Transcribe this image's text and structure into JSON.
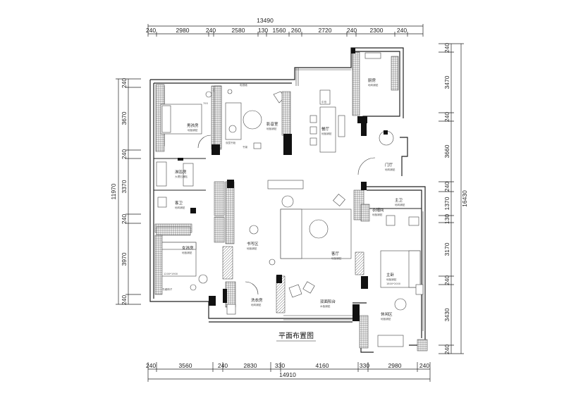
{
  "title": "平面布置图",
  "dims": {
    "top_total": "13490",
    "top": [
      "240",
      "2980",
      "240",
      "2580",
      "130",
      "1560",
      "260",
      "2720",
      "240",
      "2300",
      "240"
    ],
    "bottom_total": "14910",
    "bottom": [
      "240",
      "3560",
      "240",
      "2830",
      "330",
      "4160",
      "330",
      "2980",
      "240"
    ],
    "left_total": "11970",
    "left": [
      "240",
      "3670",
      "240",
      "3370",
      "240",
      "3970",
      "240"
    ],
    "right_total": "16430",
    "right": [
      "240",
      "3470",
      "240",
      "3660",
      "240",
      "1370",
      "130",
      "3170",
      "240",
      "3430",
      "240"
    ]
  },
  "rooms": [
    {
      "name": "男孩房",
      "sub": "地板铺贴"
    },
    {
      "name": "影音室",
      "sub": "地板铺贴"
    },
    {
      "name": "厨房",
      "sub": "地砖铺贴"
    },
    {
      "name": "餐厅",
      "sub": "地板铺贴"
    },
    {
      "name": "门厅",
      "sub": "地砖铺贴"
    },
    {
      "name": "淋浴房",
      "sub": "大理石铺贴"
    },
    {
      "name": "客卫",
      "sub": "地砖铺贴"
    },
    {
      "name": "书写区",
      "sub": "地板铺贴"
    },
    {
      "name": "客厅",
      "sub": "地板铺贴"
    },
    {
      "name": "衣帽间",
      "sub": "地板铺贴"
    },
    {
      "name": "主卫",
      "sub": "地砖铺贴"
    },
    {
      "name": "女孩房",
      "sub": "地板铺贴"
    },
    {
      "name": "主卧",
      "sub": "地板铺贴"
    },
    {
      "name": "洗衣房",
      "sub": "地砖铺贴"
    },
    {
      "name": "双面阳台",
      "sub": "木板铺贴"
    },
    {
      "name": "休闲区",
      "sub": "地板铺贴"
    }
  ],
  "annotations": {
    "bed_boy": "795",
    "bed_girl": "1200*1900",
    "bed_master": "1800*2000",
    "desk_girl": "书桌椅子",
    "tv_wall": "电视墙",
    "study_a": "双层书柜",
    "study_b": "书架",
    "dining_note": "中岛"
  }
}
